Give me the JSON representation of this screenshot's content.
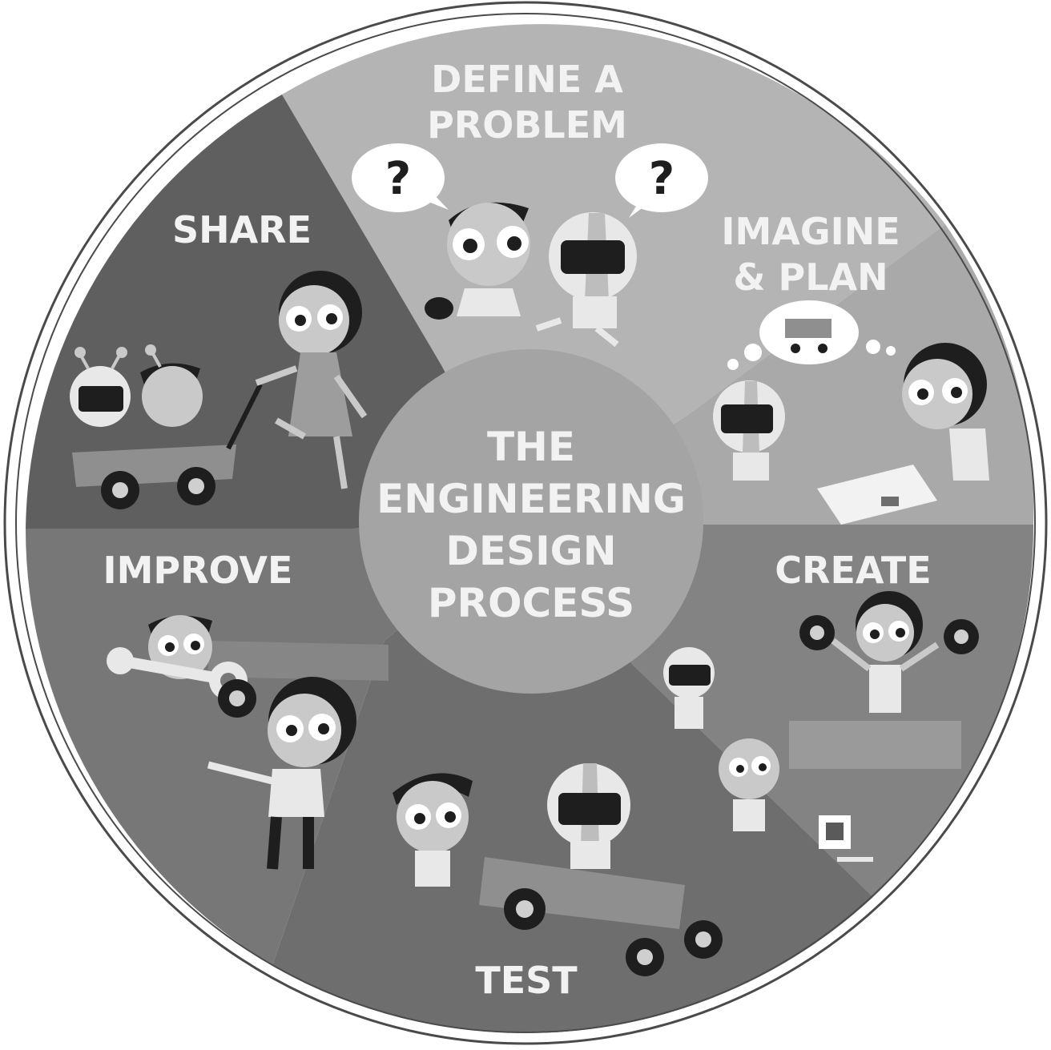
{
  "diagram": {
    "center_title": {
      "lines": [
        "THE",
        "ENGINEERING",
        "DESIGN",
        "PROCESS"
      ]
    },
    "stages": [
      {
        "id": "define",
        "lines": [
          "DEFINE A",
          "PROBLEM"
        ]
      },
      {
        "id": "imagine",
        "lines": [
          "IMAGINE",
          "& PLAN"
        ]
      },
      {
        "id": "create",
        "lines": [
          "CREATE"
        ]
      },
      {
        "id": "test",
        "lines": [
          "TEST"
        ]
      },
      {
        "id": "improve",
        "lines": [
          "IMPROVE"
        ]
      },
      {
        "id": "share",
        "lines": [
          "SHARE"
        ]
      }
    ],
    "speech_bubbles": [
      {
        "text": "?"
      },
      {
        "text": "?"
      }
    ]
  },
  "colors": {
    "rim": "#ffffff",
    "outline": "#4a4a4a",
    "define": "#b4b4b4",
    "imagine": "#a9a9a9",
    "create": "#838383",
    "test": "#6e6e6e",
    "improve": "#777777",
    "share": "#5f5f5f",
    "center": "#a4a4a4",
    "label": "#f2f2f2",
    "skin": "#c9c9c9",
    "dark": "#1e1e1e",
    "cart": "#8f8f8f"
  }
}
